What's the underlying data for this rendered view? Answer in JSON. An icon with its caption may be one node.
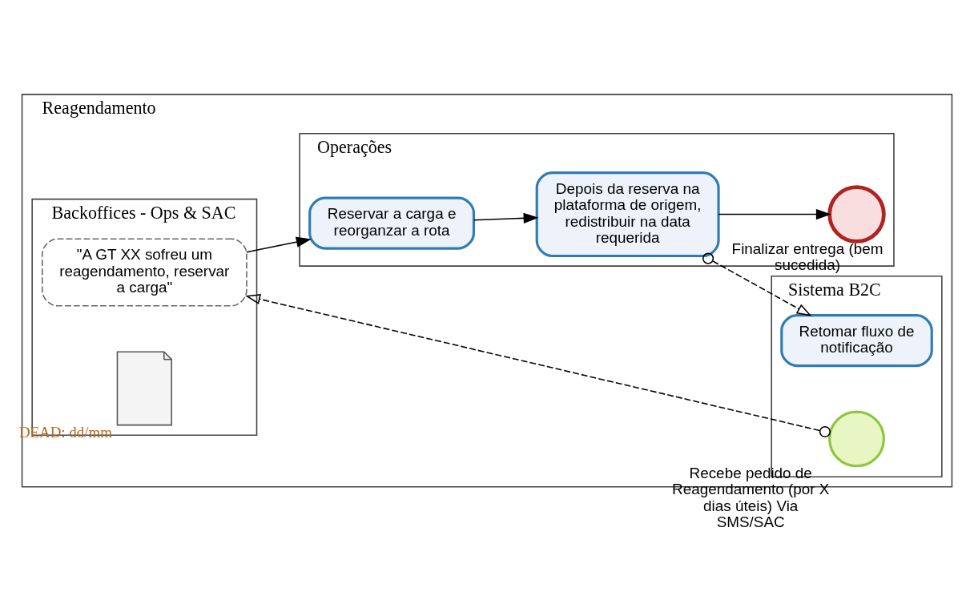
{
  "diagram": {
    "nodes": [
      {
        "text": [
          "Reagendamento"
        ]
      },
      {
        "text": [
          "Sistema B2C"
        ],
        "in": 0
      },
      {
        "text": [
          "Operações"
        ],
        "in": 0
      },
      {
        "text": [
          "Backoffices - Ops & SAC"
        ],
        "in": 0
      },
      {
        "text": [],
        "shape": "circle",
        "in": 1,
        "beside": [
          "Recebe pedido de Reagendamento (por X dias úteis) Via SMS/SAC"
        ]
      },
      {
        "text": [
          "Retomar fluxo de notificação"
        ],
        "in": 1
      },
      {
        "text": [
          "Reservar a carga e reorganzar a rota"
        ],
        "in": 2
      },
      {
        "text": [
          "Depois da reserva na plataforma de origem, redistribuir na data requerida"
        ],
        "in": 2
      },
      {
        "text": [],
        "shape": "circle",
        "in": 2,
        "beside": [
          "Finalizar entrega (bem sucedida)"
        ]
      },
      {
        "text": [
          "\"A GT XX sofreu um reagendamento, reservar a carga\""
        ],
        "in": 3
      },
      {
        "text": [],
        "shape": "document",
        "in": 3,
        "beside": [
          "DEAD: dd/mm"
        ]
      }
    ],
    "edges": [
      {
        "from": 4,
        "to": 9,
        "arrow": "to",
        "style": "dashed"
      },
      {
        "from": 9,
        "to": 6,
        "arrow": "to"
      },
      {
        "from": 6,
        "to": 7,
        "arrow": "to"
      },
      {
        "from": 7,
        "to": 8,
        "arrow": "to"
      },
      {
        "from": 7,
        "to": 5,
        "arrow": "to",
        "style": "dashed"
      }
    ]
  }
}
